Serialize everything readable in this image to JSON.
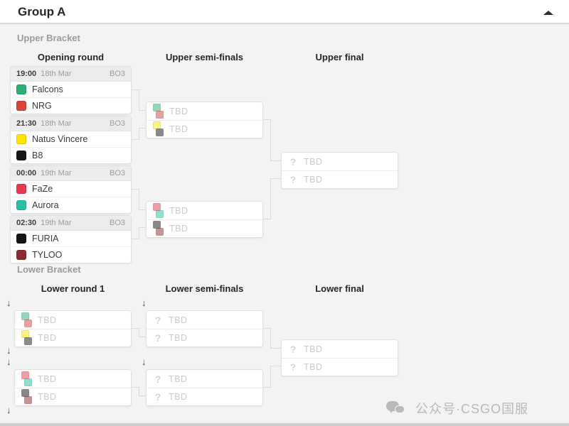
{
  "header": {
    "title": "Group A"
  },
  "icons": {
    "question": "?",
    "drop": "↓"
  },
  "upper": {
    "label": "Upper Bracket",
    "columns": [
      "Opening round",
      "Upper semi-finals",
      "Upper final"
    ],
    "matches": [
      {
        "time": "19:00",
        "date": "18th Mar",
        "format": "BO3",
        "team1": {
          "name": "Falcons",
          "color": "#2fae7a"
        },
        "team2": {
          "name": "NRG",
          "color": "#d8453a"
        }
      },
      {
        "time": "21:30",
        "date": "18th Mar",
        "format": "BO3",
        "team1": {
          "name": "Natus Vincere",
          "color": "#ffe600"
        },
        "team2": {
          "name": "B8",
          "color": "#17171a"
        }
      },
      {
        "time": "00:00",
        "date": "19th Mar",
        "format": "BO3",
        "team1": {
          "name": "FaZe",
          "color": "#e43b52"
        },
        "team2": {
          "name": "Aurora",
          "color": "#27bfa5"
        }
      },
      {
        "time": "02:30",
        "date": "19th Mar",
        "format": "BO3",
        "team1": {
          "name": "FURIA",
          "color": "#141414"
        },
        "team2": {
          "name": "TYLOO",
          "color": "#8e2a31"
        }
      }
    ],
    "semis": [
      {
        "slot1": {
          "label": "TBD",
          "colorA": "#2fae7a",
          "colorB": "#d8453a"
        },
        "slot2": {
          "label": "TBD",
          "colorA": "#ffe600",
          "colorB": "#17171a"
        }
      },
      {
        "slot1": {
          "label": "TBD",
          "colorA": "#e43b52",
          "colorB": "#27bfa5"
        },
        "slot2": {
          "label": "TBD",
          "colorA": "#141414",
          "colorB": "#8e2a31"
        }
      }
    ],
    "final": {
      "slot1": {
        "label": "TBD"
      },
      "slot2": {
        "label": "TBD"
      }
    }
  },
  "lower": {
    "label": "Lower Bracket",
    "columns": [
      "Lower round 1",
      "Lower semi-finals",
      "Lower final"
    ],
    "round1": [
      {
        "slot1": {
          "label": "TBD",
          "colorA": "#2fae7a",
          "colorB": "#d8453a"
        },
        "slot2": {
          "label": "TBD",
          "colorA": "#ffe600",
          "colorB": "#17171a"
        }
      },
      {
        "slot1": {
          "label": "TBD",
          "colorA": "#e43b52",
          "colorB": "#27bfa5"
        },
        "slot2": {
          "label": "TBD",
          "colorA": "#141414",
          "colorB": "#8e2a31"
        }
      }
    ],
    "semis": [
      {
        "slot1": {
          "label": "TBD"
        },
        "slot2": {
          "label": "TBD"
        }
      },
      {
        "slot1": {
          "label": "TBD"
        },
        "slot2": {
          "label": "TBD"
        }
      }
    ],
    "final": {
      "slot1": {
        "label": "TBD"
      },
      "slot2": {
        "label": "TBD"
      }
    }
  },
  "watermark": {
    "text": "公众号·CSGO国服"
  }
}
